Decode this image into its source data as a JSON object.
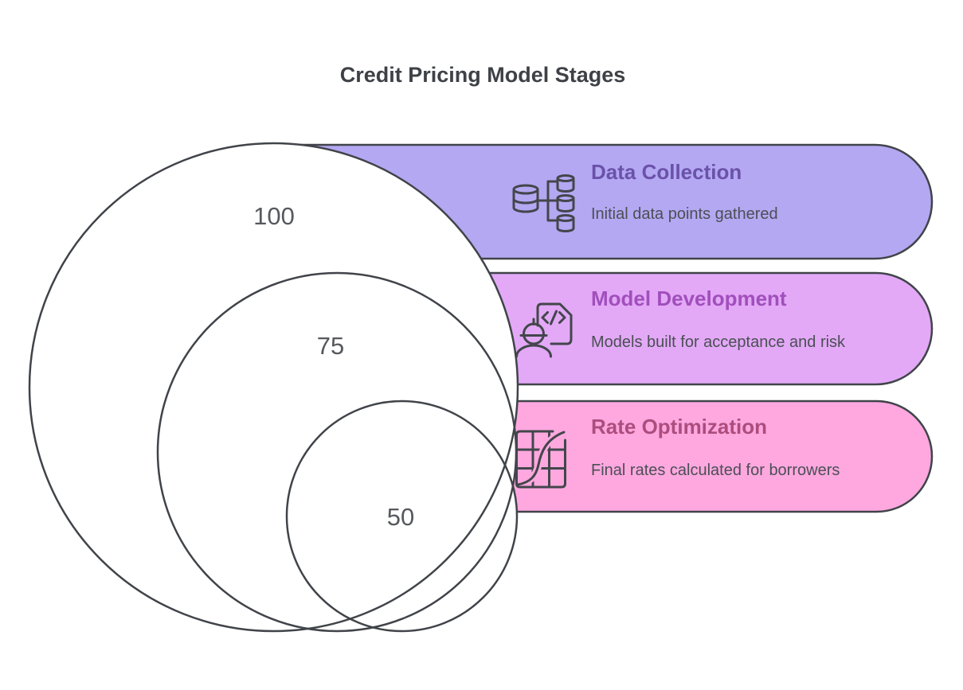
{
  "page_title": "Credit Pricing Model Stages",
  "colors": {
    "background": "#ffffff",
    "outline": "#404449",
    "circle_fill": "#ffffff",
    "number_text": "#56595e",
    "subtitle_text": "#4b4f54",
    "title_text": "#3e4247"
  },
  "stages": [
    {
      "name": "Data Collection",
      "description": "Initial data points gathered",
      "value": "100",
      "bar_color": "#b4a8f3",
      "name_color": "#6a52a8",
      "icon": "database-branch-icon"
    },
    {
      "name": "Model Development",
      "description": "Models built for acceptance and risk",
      "value": "75",
      "bar_color": "#e3a9f7",
      "name_color": "#a14fbc",
      "icon": "engineer-code-icon"
    },
    {
      "name": "Rate Optimization",
      "description": "Final rates calculated for borrowers",
      "value": "50",
      "bar_color": "#ffa8e0",
      "name_color": "#ac4d7d",
      "icon": "rate-curve-grid-icon"
    }
  ]
}
